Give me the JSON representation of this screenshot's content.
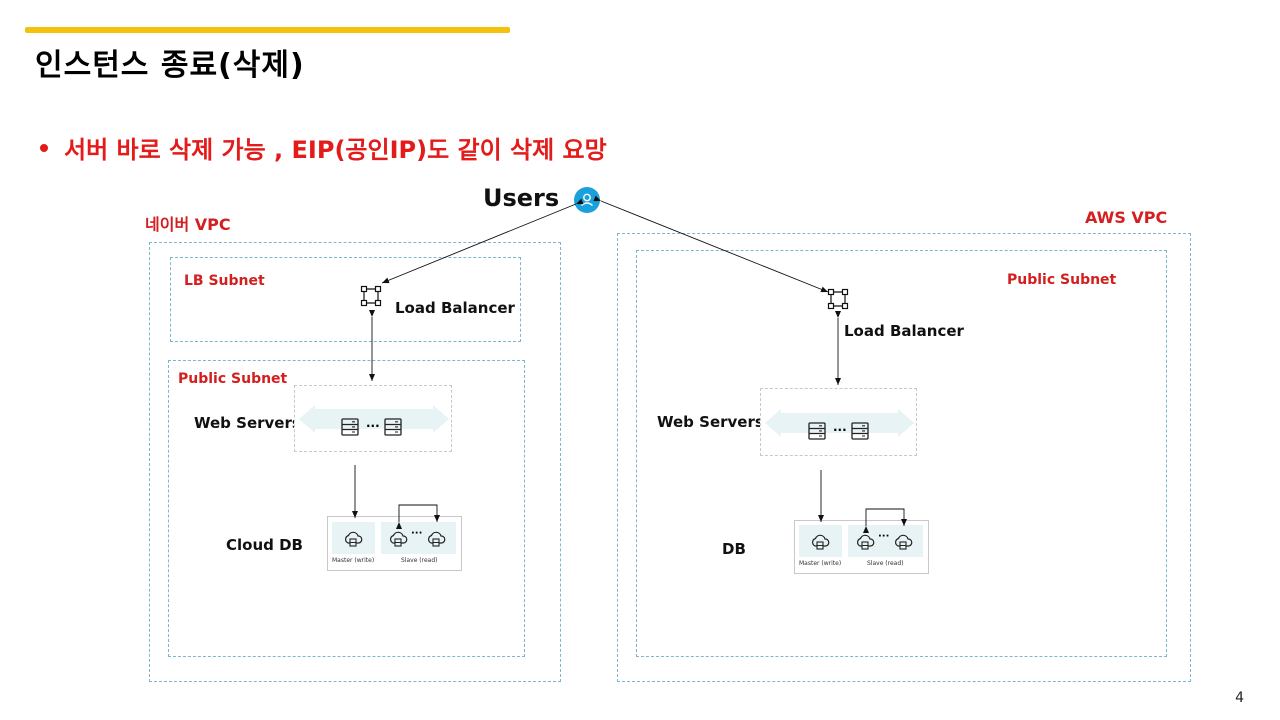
{
  "slide": {
    "title": "인스턴스 종료(삭제)",
    "bullet": "서버 바로 삭제 가능 , EIP(공인IP)도 같이 삭제 요망",
    "page_number": "4"
  },
  "users": {
    "label": "Users",
    "icon": "user-icon"
  },
  "naver": {
    "vpc_label": "네이버 VPC",
    "lb_subnet_label": "LB Subnet",
    "public_subnet_label": "Public Subnet",
    "load_balancer_label": "Load Balancer",
    "web_servers_label": "Web Servers",
    "db_label": "Cloud DB",
    "master_label": "Master (write)",
    "slave_label": "Slave (read)"
  },
  "aws": {
    "vpc_label": "AWS VPC",
    "public_subnet_label": "Public Subnet",
    "load_balancer_label": "Load Balancer",
    "web_servers_label": "Web Servers",
    "db_label": "DB",
    "master_label": "Master (write)",
    "slave_label": "Slave (read)"
  },
  "colors": {
    "accent": "#f4c20d",
    "bullet_red": "#e31b1b",
    "label_red": "#d31f1f",
    "vpc_border": "#7fb6cf",
    "user_icon": "#1aa1dc",
    "tile": "#e8f3f6"
  }
}
